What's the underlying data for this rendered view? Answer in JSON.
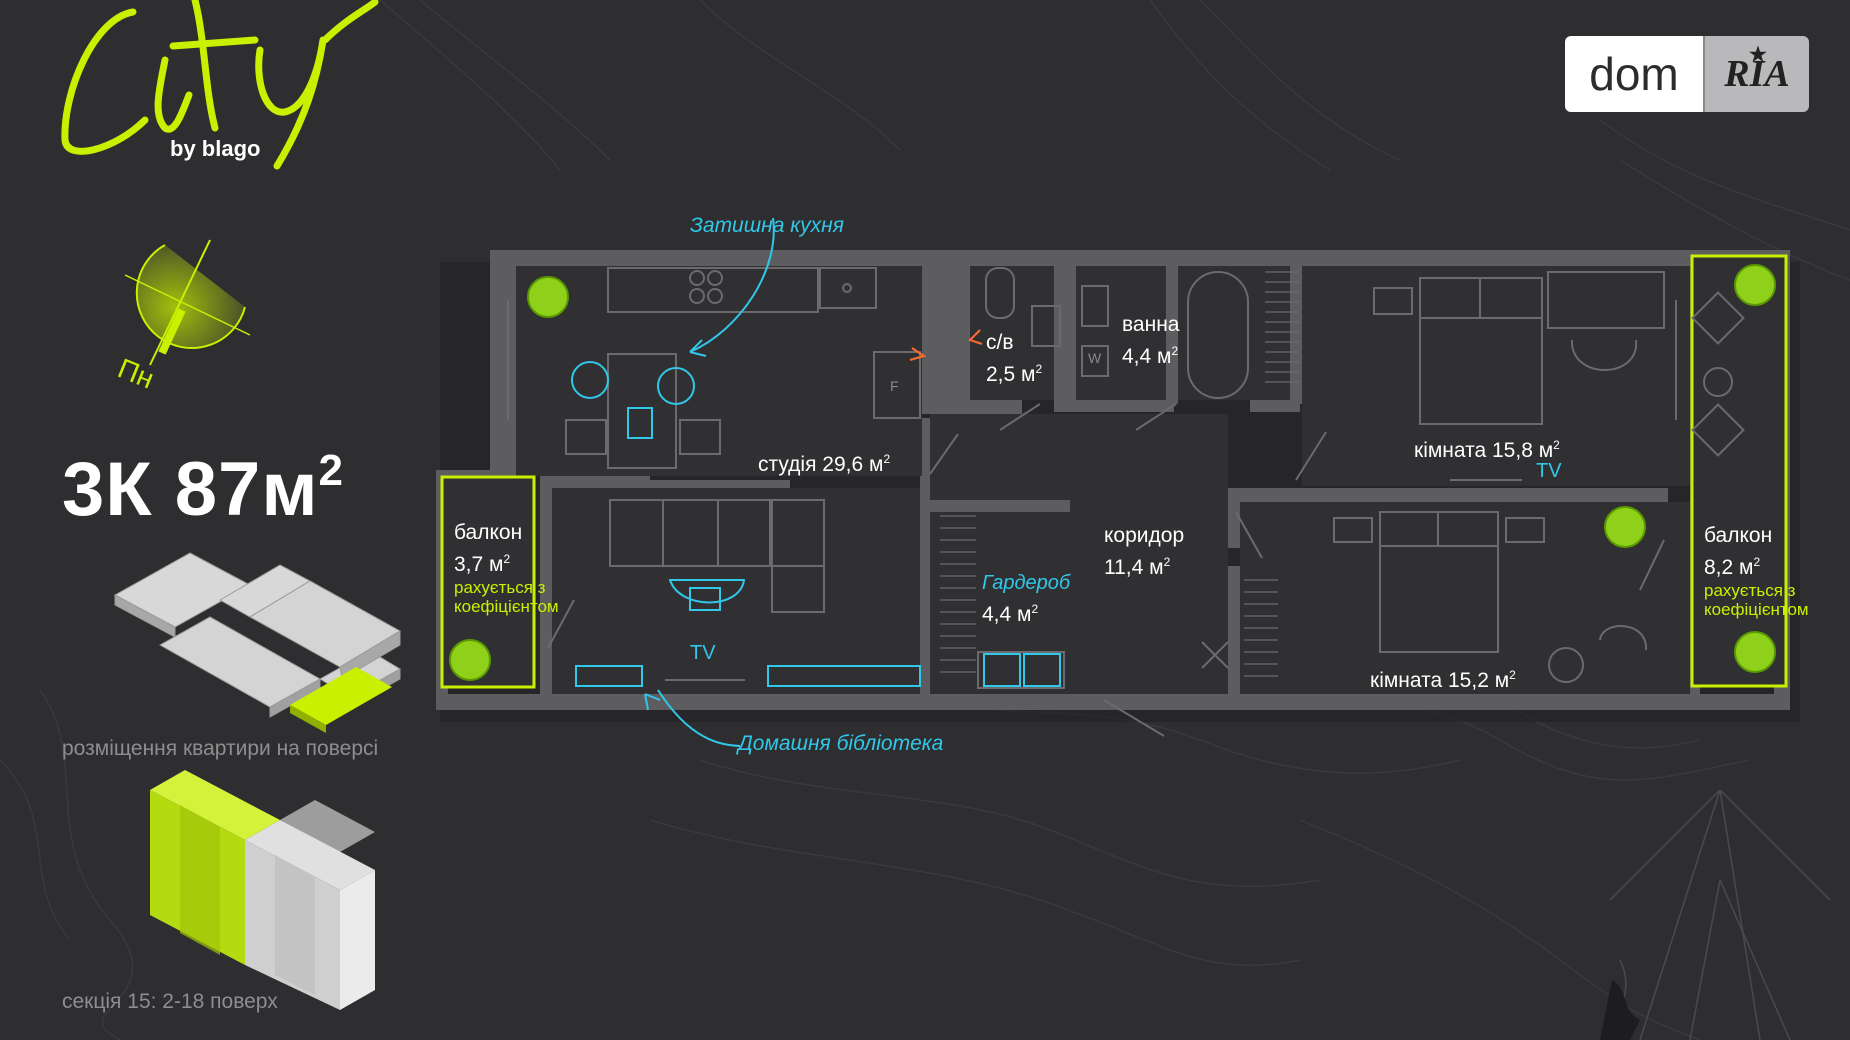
{
  "brand": {
    "logo_text": "City",
    "sub": "by blago",
    "accent_color": "#c8f000"
  },
  "compass": {
    "label": "Пн"
  },
  "apartment": {
    "rooms": "3К",
    "area": "87м",
    "area_sup": "2"
  },
  "floor_position_caption": "розміщення квартири на поверсі",
  "section_caption": "секція 15: 2-18 поверх",
  "badge": {
    "left": "dom",
    "right": "RIA"
  },
  "plan": {
    "annotations": {
      "kitchen": "Затишна кухня",
      "library": "Домашня бібліотека"
    },
    "tv_label": "TV",
    "fridge_letter": "F",
    "washer_letter": "W",
    "rooms": {
      "studio": {
        "name": "студія 29,6 м",
        "sup": "2"
      },
      "wc": {
        "name": "с/в",
        "area": "2,5 м",
        "sup": "2"
      },
      "bath": {
        "name": "ванна",
        "area": "4,4 м",
        "sup": "2"
      },
      "room1": {
        "name": "кімната 15,8 м",
        "sup": "2"
      },
      "room2": {
        "name": "кімната 15,2 м",
        "sup": "2"
      },
      "corridor": {
        "name": "коридор",
        "area": "11,4 м",
        "sup": "2"
      },
      "wardrobe": {
        "name": "Гардероб",
        "area": "4,4 м",
        "sup": "2"
      },
      "balcony_left": {
        "name": "балкон",
        "area": "3,7 м",
        "sup": "2",
        "note1": "рахується з",
        "note2": "коефіцієнтом"
      },
      "balcony_right": {
        "name": "балкон",
        "area": "8,2 м",
        "sup": "2",
        "note1": "рахується з",
        "note2": "коефіцієнтом"
      }
    }
  }
}
